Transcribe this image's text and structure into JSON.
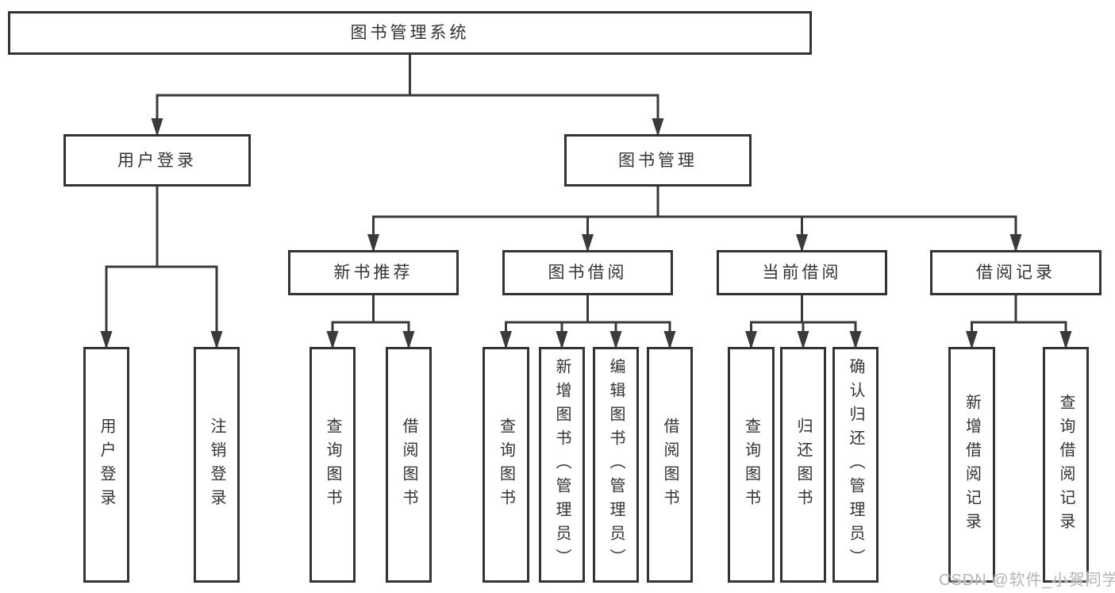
{
  "nodes": {
    "root": {
      "label": "图书管理系统"
    },
    "user_login": {
      "label": "用户登录"
    },
    "book_mgmt": {
      "label": "图书管理"
    },
    "new_book_rec": {
      "label": "新书推荐"
    },
    "book_borrow": {
      "label": "图书借阅"
    },
    "current_borrow": {
      "label": "当前借阅"
    },
    "borrow_records": {
      "label": "借阅记录"
    },
    "login_leaf": {
      "label": "用户登录"
    },
    "logout_leaf": {
      "label": "注销登录"
    },
    "rec_query": {
      "label": "查询图书"
    },
    "rec_borrow": {
      "label": "借阅图书"
    },
    "bb_query": {
      "label": "查询图书"
    },
    "bb_add": {
      "label": "新增图书（管理员）"
    },
    "bb_edit": {
      "label": "编辑图书（管理员）"
    },
    "bb_borrow": {
      "label": "借阅图书"
    },
    "cb_query": {
      "label": "查询图书"
    },
    "cb_return": {
      "label": "归还图书"
    },
    "cb_confirm": {
      "label": "确认归还（管理员）"
    },
    "br_add": {
      "label": "新增借阅记录"
    },
    "br_query": {
      "label": "查询借阅记录"
    }
  },
  "hierarchy": {
    "root": [
      "user_login",
      "book_mgmt"
    ],
    "user_login": [
      "login_leaf",
      "logout_leaf"
    ],
    "book_mgmt": [
      "new_book_rec",
      "book_borrow",
      "current_borrow",
      "borrow_records"
    ],
    "new_book_rec": [
      "rec_query",
      "rec_borrow"
    ],
    "book_borrow": [
      "bb_query",
      "bb_add",
      "bb_edit",
      "bb_borrow"
    ],
    "current_borrow": [
      "cb_query",
      "cb_return",
      "cb_confirm"
    ],
    "borrow_records": [
      "br_add",
      "br_query"
    ]
  },
  "watermark": {
    "text": "CSDN @软件_小贺同学",
    "color": "#b5b5b5"
  },
  "colors": {
    "line": "#3a3a3a",
    "text": "#333333",
    "background": "#ffffff"
  }
}
